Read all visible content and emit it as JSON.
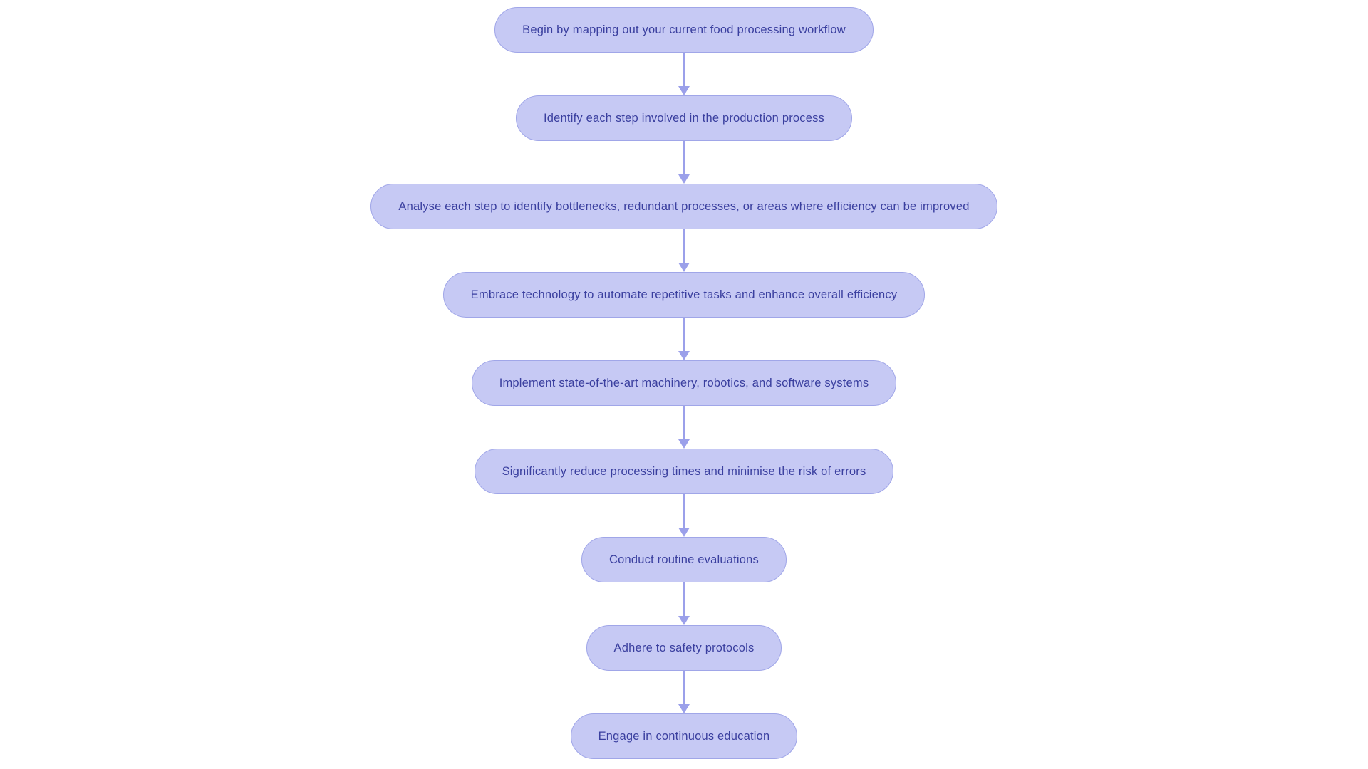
{
  "flowchart": {
    "type": "flowchart",
    "direction": "top-down",
    "steps": [
      {
        "label": "Begin by mapping out your current food processing workflow"
      },
      {
        "label": "Identify each step involved in the production process"
      },
      {
        "label": "Analyse each step to identify bottlenecks, redundant processes, or areas where efficiency can be improved"
      },
      {
        "label": "Embrace technology to automate repetitive tasks and enhance overall efficiency"
      },
      {
        "label": "Implement state-of-the-art machinery, robotics, and software systems"
      },
      {
        "label": "Significantly reduce processing times and minimise the risk of errors"
      },
      {
        "label": "Conduct routine evaluations"
      },
      {
        "label": "Adhere to safety protocols"
      },
      {
        "label": "Engage in continuous education"
      }
    ],
    "edges": [
      {
        "from": 1,
        "to": 2
      },
      {
        "from": 2,
        "to": 3
      },
      {
        "from": 3,
        "to": 4
      },
      {
        "from": 4,
        "to": 5
      },
      {
        "from": 5,
        "to": 6
      },
      {
        "from": 6,
        "to": 7
      },
      {
        "from": 7,
        "to": 8
      },
      {
        "from": 8,
        "to": 9
      }
    ],
    "colors": {
      "background": "#ffffff",
      "node_fill": "#c6c9f4",
      "node_border": "#a0a6e8",
      "node_text": "#3a3f9f",
      "arrow": "#9ba0ea"
    }
  }
}
